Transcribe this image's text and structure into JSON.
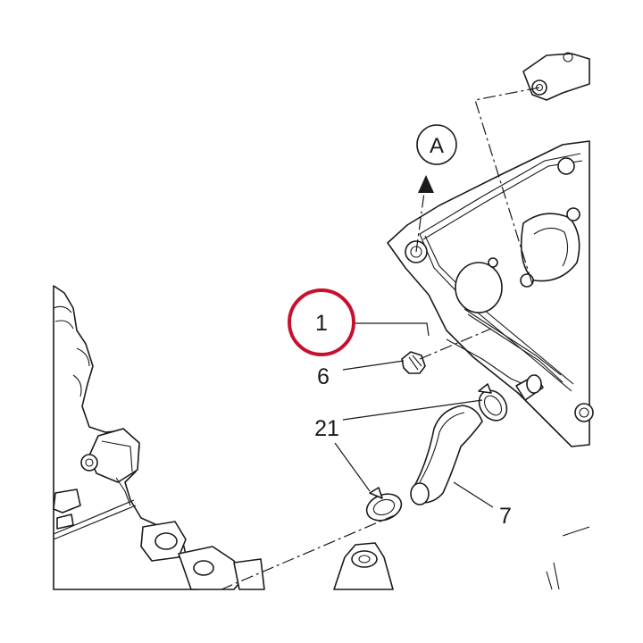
{
  "highlight_color": "#c8102e",
  "reference_marker": "A",
  "callouts": {
    "part_1": "1",
    "part_6": "6",
    "part_21": "21",
    "part_7": "7"
  }
}
